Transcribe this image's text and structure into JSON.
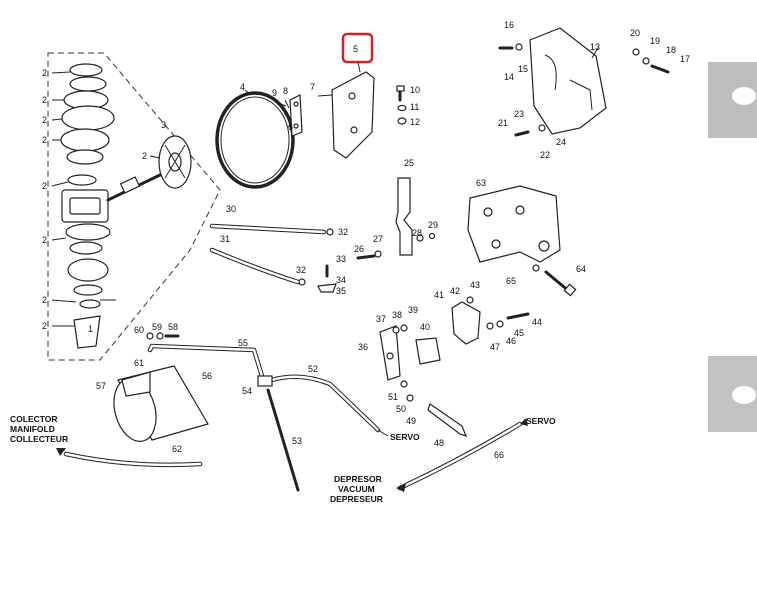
{
  "diagram": {
    "highlighted_callout": "5",
    "highlight_color": "#d62027",
    "callouts": [
      "1",
      "2",
      "2",
      "2",
      "2",
      "2",
      "2",
      "2",
      "2",
      "2",
      "3",
      "4",
      "6",
      "7",
      "8",
      "9",
      "10",
      "11",
      "12",
      "13",
      "14",
      "15",
      "16",
      "17",
      "18",
      "19",
      "20",
      "21",
      "22",
      "23",
      "24",
      "25",
      "26",
      "27",
      "28",
      "29",
      "30",
      "31",
      "32",
      "32",
      "33",
      "34",
      "35",
      "36",
      "37",
      "38",
      "39",
      "40",
      "41",
      "42",
      "43",
      "44",
      "45",
      "46",
      "47",
      "48",
      "49",
      "50",
      "51",
      "52",
      "53",
      "54",
      "55",
      "56",
      "57",
      "58",
      "59",
      "60",
      "61",
      "62",
      "63",
      "64",
      "65",
      "66"
    ],
    "labels": {
      "collector_line1": "COLECTOR",
      "collector_line2": "MANIFOLD",
      "collector_line3": "COLLECTEUR",
      "servo_a": "SERVO",
      "servo_b": "SERVO",
      "vacuum_line1": "DEPRESOR",
      "vacuum_line2": "VACUUM",
      "vacuum_line3": "DEPRESEUR"
    }
  }
}
